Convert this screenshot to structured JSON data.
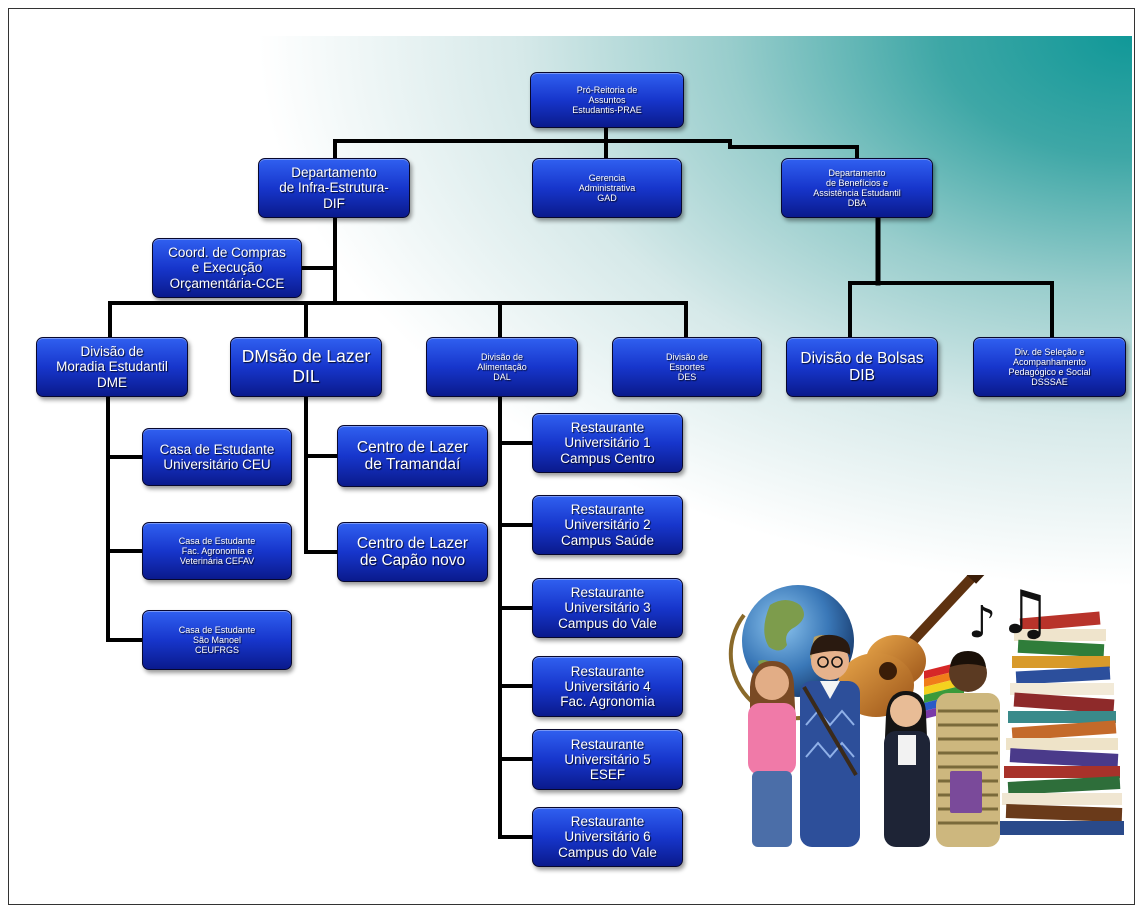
{
  "slide": {
    "org": {
      "label": "Pró-Reitoria de\nAssuntos\nEstudantis-PRAE",
      "dif": {
        "label": "Departamento\nde Infra-Estrutura-\nDIF",
        "cce": {
          "label": "Coord. de Compras\ne Execução\nOrçamentária-CCE"
        },
        "dme": {
          "label": "Divisão de\nMoradia Estudantil\nDME",
          "ceu": {
            "label": "Casa de Estudante\nUniversitário CEU"
          },
          "cefav": {
            "label": "Casa de Estudante\nFac. Agronomia e\nVeterinária CEFAV"
          },
          "ceufrgs": {
            "label": "Casa de Estudante\nSão Manoel\nCEUFRGS"
          }
        },
        "dil": {
          "label": "DMsão de Lazer\nDIL",
          "tramandai": {
            "label": "Centro de Lazer\nde Tramandaí"
          },
          "capao": {
            "label": "Centro de Lazer\nde Capão novo"
          }
        },
        "dal": {
          "label": "Divisão de\nAlimentação\nDAL",
          "ru1": {
            "label": "Restaurante\nUniversitário 1\nCampus Centro"
          },
          "ru2": {
            "label": "Restaurante\nUniversitário 2\nCampus Saúde"
          },
          "ru3": {
            "label": "Restaurante\nUniversitário 3\nCampus do Vale"
          },
          "ru4": {
            "label": "Restaurante\nUniversitário 4\nFac. Agronomia"
          },
          "ru5": {
            "label": "Restaurante\nUniversitário 5\nESEF"
          },
          "ru6": {
            "label": "Restaurante\nUniversitário 6\nCampus do Vale"
          }
        },
        "des": {
          "label": "Divisão de\nEsportes\nDES"
        }
      },
      "gad": {
        "label": "Gerencia\nAdministrativa\nGAD"
      },
      "dba": {
        "label": "Departamento\nde Benefícios e\nAssistência Estudantil\nDBA",
        "dib": {
          "label": "Divisão de Bolsas\nDIB"
        },
        "dsssae": {
          "label": "Div. de Seleção e\nAcompanhamento\nPedagógico e Social\nDSSSAE"
        }
      }
    },
    "illustration": {
      "icon": "students-globe-guitar-books-music-icon"
    }
  },
  "colors": {
    "box_top": "#3060f0",
    "box_mid": "#1736cc",
    "box_bottom": "#0a1a8c",
    "box_text": "#ffffff",
    "connector": "#000000",
    "background_accent": "#109898"
  }
}
